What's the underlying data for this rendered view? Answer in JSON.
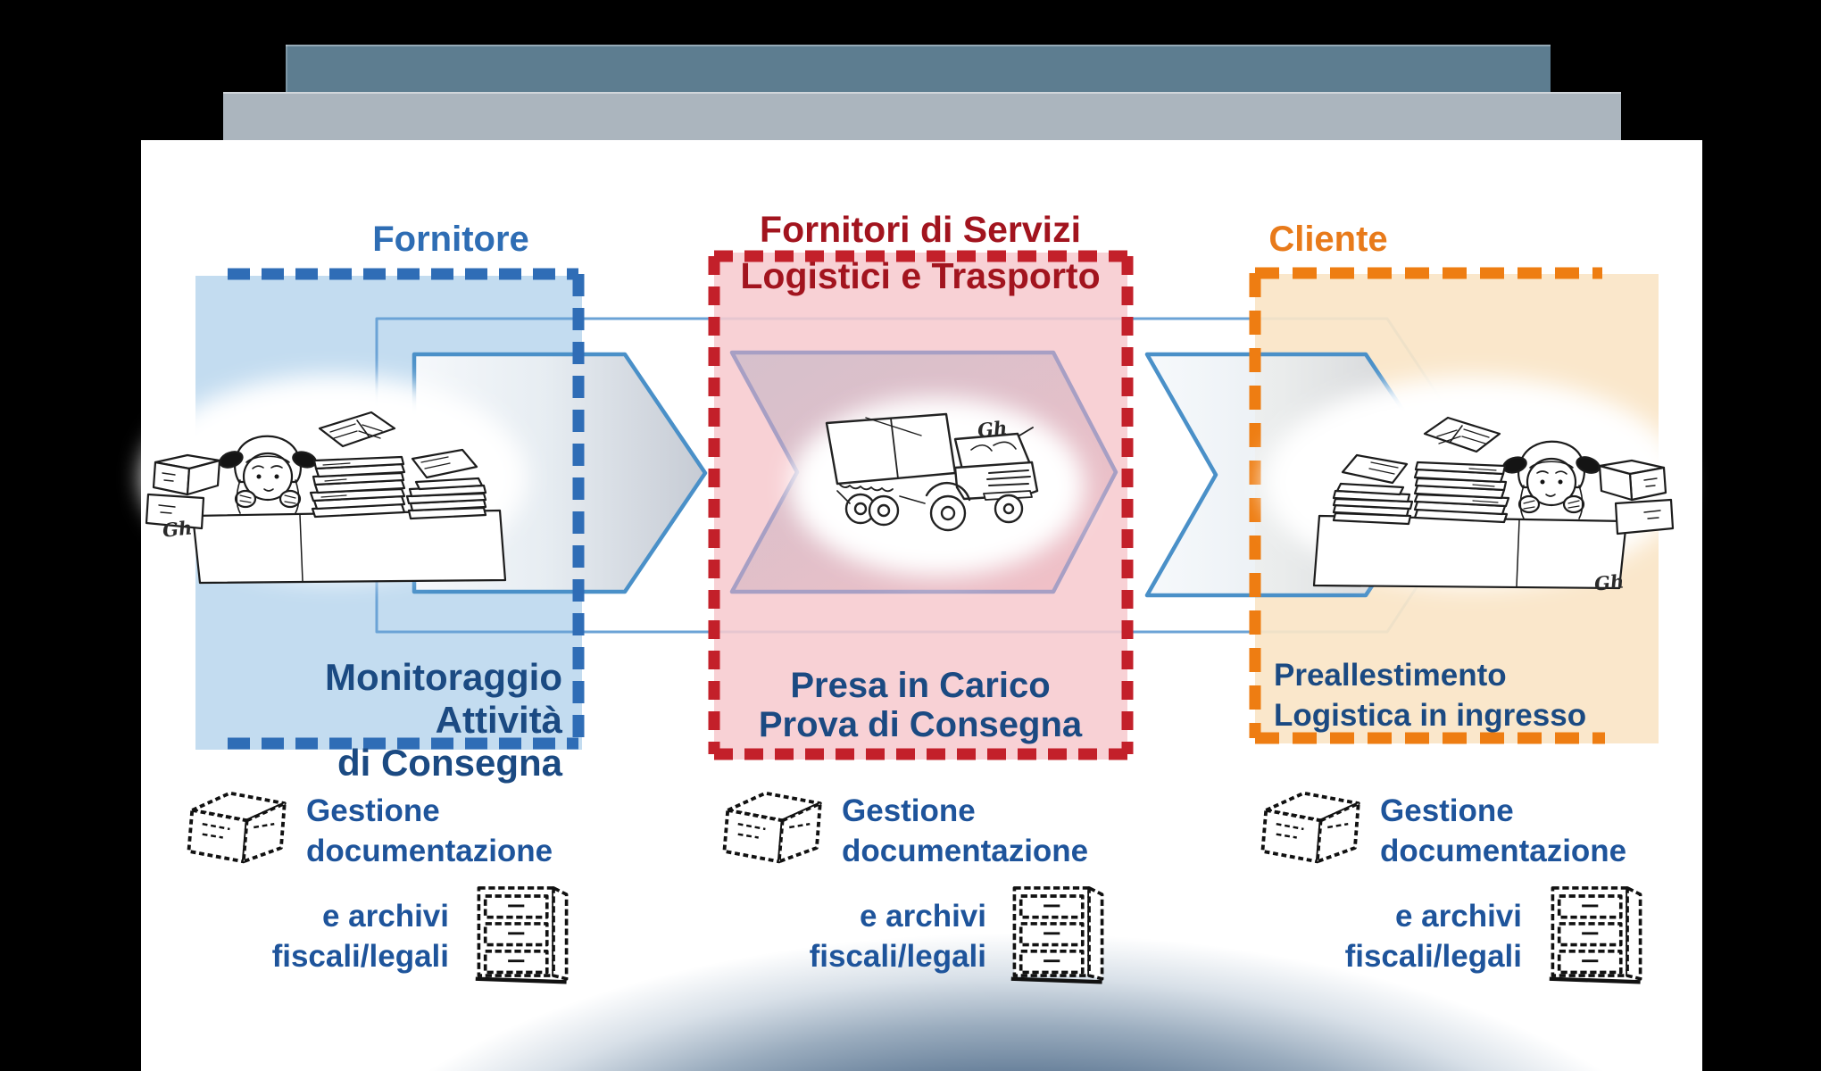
{
  "columns": [
    {
      "title": "Fornitore",
      "label_line1": "Monitoraggio Attività",
      "label_line2": "di Consegna"
    },
    {
      "title_line1": "Fornitori di Servizi",
      "title_line2": "Logistici e Trasporto",
      "label_line1": "Presa in Carico",
      "label_line2": "Prova di Consegna"
    },
    {
      "title": "Cliente",
      "label_line1": "Preallestimento",
      "label_line2": "Logistica in ingresso"
    }
  ],
  "doc_blocks": [
    {
      "line1": "Gestione",
      "line2": "documentazione",
      "line3": "e archivi",
      "line4": "fiscali/legali"
    },
    {
      "line1": "Gestione",
      "line2": "documentazione",
      "line3": "e archivi",
      "line4": "fiscali/legali"
    },
    {
      "line1": "Gestione",
      "line2": "documentazione",
      "line3": "e archivi",
      "line4": "fiscali/legali"
    }
  ],
  "signature": "Gh",
  "colors": {
    "background": "#000000",
    "top_bar_dark": "#5d7d90",
    "top_bar_gray": "#abb5be",
    "page": "#ffffff",
    "supplier_fill": "#c3dcf0",
    "supplier_dash": "#2f6db6",
    "supplier_title": "#2e6db4",
    "logistics_fill": "#f7cbcf",
    "logistics_dash": "#c3202a",
    "logistics_title": "#a2141e",
    "customer_fill": "#fae6c8",
    "customer_dash": "#ee7d12",
    "customer_title": "#e87a1a",
    "box_label_text": "#1b4a82",
    "doc_text": "#1e549b",
    "flow_line": "#6ba3d6",
    "chevron_stroke": "#4a90c8",
    "horizon_dark": "#1f3b59"
  }
}
